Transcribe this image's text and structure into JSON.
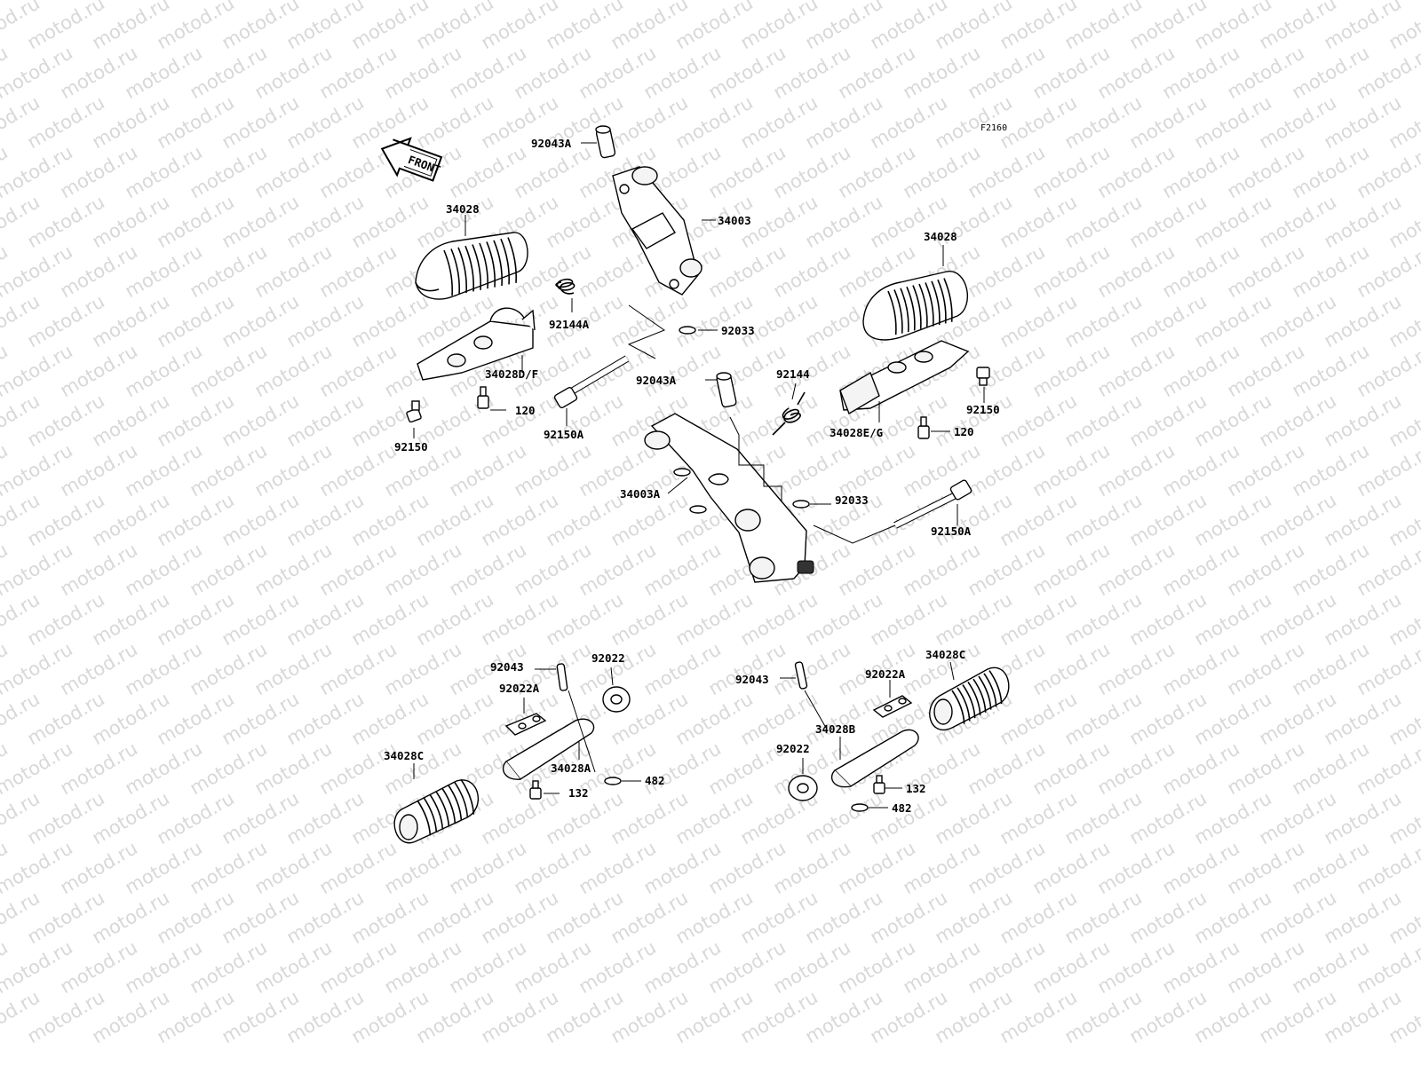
{
  "diagram": {
    "code": "F2160",
    "front_label": "FRONT",
    "watermark": "motod.ru",
    "labels": {
      "p92043A_top": "92043A",
      "p34003": "34003",
      "p34028_left": "34028",
      "p92144A": "92144A",
      "p92033_top": "92033",
      "p34028DF": "34028D/F",
      "p120_left": "120",
      "p92150_left": "92150",
      "p92150A_left": "92150A",
      "p34028_right": "34028",
      "p92043A_mid": "92043A",
      "p92144": "92144",
      "p92150_right": "92150",
      "p34028EG": "34028E/G",
      "p120_right": "120",
      "p34003A": "34003A",
      "p92033_mid": "92033",
      "p92150A_right": "92150A",
      "p92043_left": "92043",
      "p92022_left": "92022",
      "p92022A_left": "92022A",
      "p34028C_left": "34028C",
      "p34028A": "34028A",
      "p482_left": "482",
      "p132_left": "132",
      "p92043_right": "92043",
      "p92022A_right": "92022A",
      "p34028C_right": "34028C",
      "p34028B": "34028B",
      "p92022_right": "92022",
      "p132_right": "132",
      "p482_right": "482"
    }
  }
}
